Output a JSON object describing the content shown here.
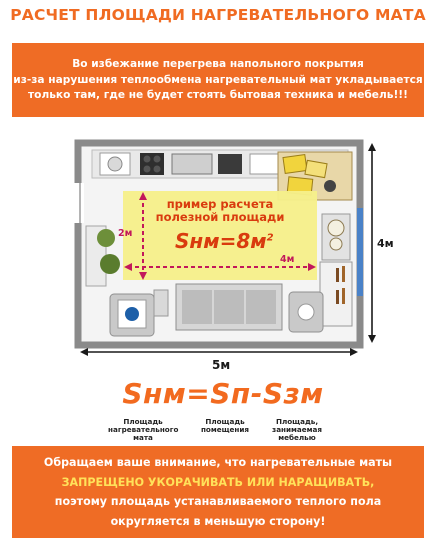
{
  "title": "РАСЧЕТ ПЛОЩАДИ НАГРЕВАТЕЛЬНОГО МАТА",
  "top_banner": {
    "line1": "Во избежание перегрева напольного покрытия",
    "line2": "из-за нарушения теплообмена нагревательный мат укладывается",
    "line3": "только там,  где не будет стоять бытовая техника и мебель!!!"
  },
  "plan": {
    "example_line1": "пример расчета",
    "example_line2": "полезной площади",
    "example_formula": "Sнм=8м",
    "example_formula_exp": "2",
    "dim_height_inner": "2м",
    "dim_width_inner": "4м",
    "dim_room_height": "4м",
    "dim_room_width": "5м"
  },
  "formula": {
    "text": "Sнм=Sп-Sзм",
    "legend": [
      {
        "line1": "Площадь",
        "line2": "нагревательного",
        "line3": "мата"
      },
      {
        "line1": "Площадь",
        "line2": "помещения",
        "line3": ""
      },
      {
        "line1": "Площадь,",
        "line2": "занимаемая",
        "line3": "мебелью"
      }
    ]
  },
  "bottom_banner": {
    "line1": "Обращаем ваше внимание, что нагревательные маты",
    "line2": "ЗАПРЕЩЕНО УКОРАЧИВАТЬ ИЛИ НАРАЩИВАТЬ,",
    "line3": "поэтому площадь устанавливаемого теплого пола",
    "line4": "округляется в меньшую сторону!"
  },
  "colors": {
    "accent": "#ef6c25",
    "highlight": "#ffe25a",
    "mat_area": "#f6ef8a",
    "formula_red": "#d93b0e"
  }
}
